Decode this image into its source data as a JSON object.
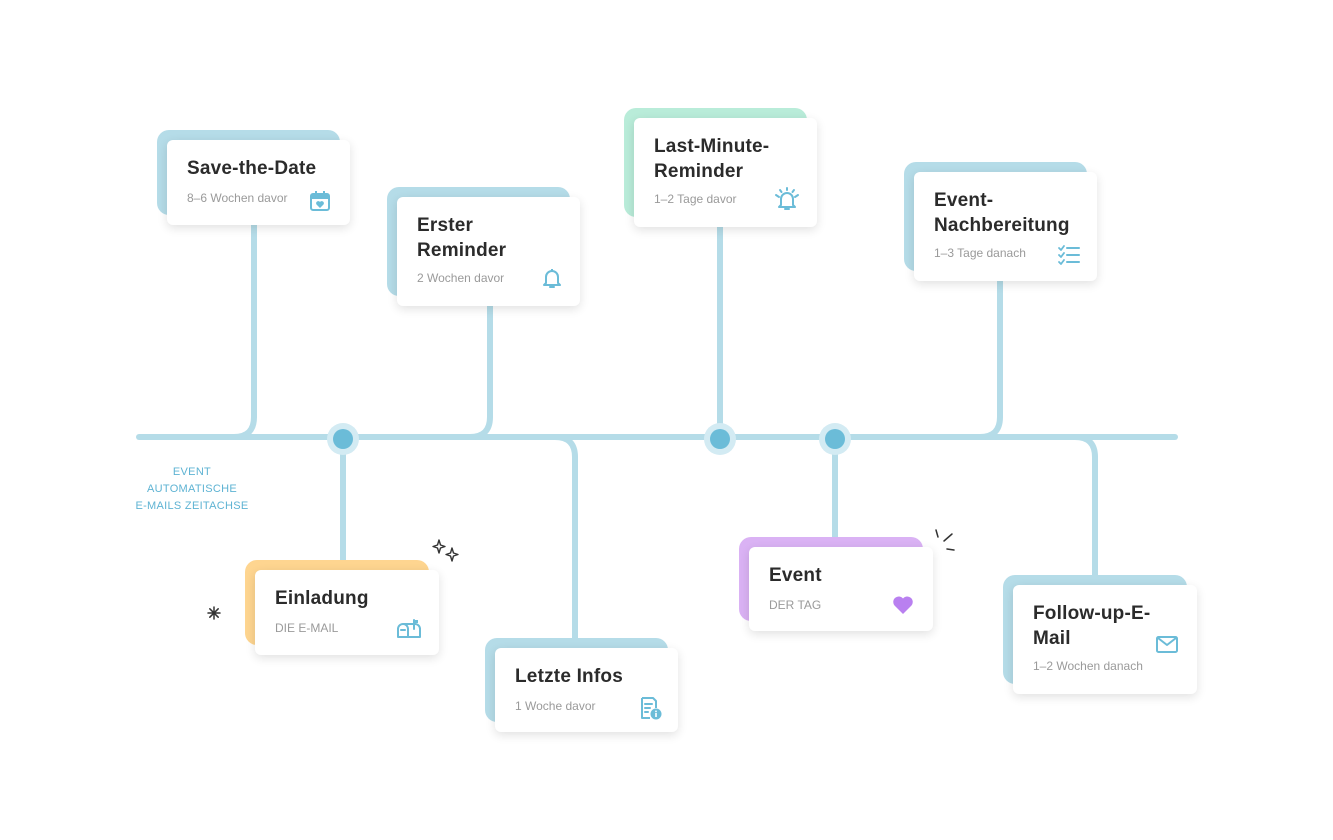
{
  "axis_label_line1": "EVENT AUTOMATISCHE",
  "axis_label_line2": "E-MAILS ZEITACHSE",
  "colors": {
    "line": "#b5dce8",
    "dot": "#6bbcd8",
    "blue": "#b5dce8",
    "green": "#b9ecd9",
    "orange": "#fed590",
    "purple": "#dab2f4",
    "icon": "#6bbcd8",
    "heart": "#b980f0"
  },
  "cards": {
    "save_the_date": {
      "title": "Save-the-Date",
      "sub": "8–6 Wochen davor"
    },
    "erster_reminder": {
      "title1": "Erster",
      "title2": "Reminder",
      "sub": "2 Wochen davor"
    },
    "last_minute": {
      "title1": "Last-Minute-",
      "title2": "Reminder",
      "sub": "1–2 Tage davor"
    },
    "nachbereitung": {
      "title1": "Event-",
      "title2": "Nachbereitung",
      "sub": "1–3 Tage danach"
    },
    "einladung": {
      "title": "Einladung",
      "sub": "DIE E-MAIL"
    },
    "letzte_infos": {
      "title": "Letzte Infos",
      "sub": "1 Woche davor"
    },
    "event": {
      "title": "Event",
      "sub": "DER TAG"
    },
    "follow_up": {
      "title1": "Follow-up-E-",
      "title2": "Mail",
      "sub": "1–2 Wochen danach"
    }
  }
}
